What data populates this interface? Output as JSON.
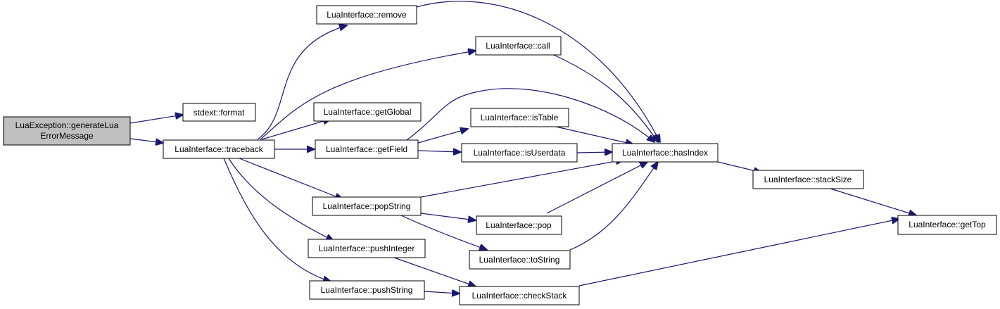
{
  "colors": {
    "edge": "#191970",
    "node_fill": "#ffffff",
    "root_fill": "#bfbfbf",
    "node_stroke": "#000000"
  },
  "nodes": [
    {
      "id": "n0",
      "lines": [
        "LuaException::generateLua",
        "ErrorMessage"
      ],
      "root": true
    },
    {
      "id": "n1",
      "lines": [
        "stdext::format"
      ]
    },
    {
      "id": "n2",
      "lines": [
        "LuaInterface::traceback"
      ]
    },
    {
      "id": "n3",
      "lines": [
        "LuaInterface::remove"
      ]
    },
    {
      "id": "n4",
      "lines": [
        "LuaInterface::call"
      ]
    },
    {
      "id": "n5",
      "lines": [
        "LuaInterface::getGlobal"
      ]
    },
    {
      "id": "n6",
      "lines": [
        "LuaInterface::getField"
      ]
    },
    {
      "id": "n7",
      "lines": [
        "LuaInterface::popString"
      ]
    },
    {
      "id": "n8",
      "lines": [
        "LuaInterface::pushInteger"
      ]
    },
    {
      "id": "n9",
      "lines": [
        "LuaInterface::pushString"
      ]
    },
    {
      "id": "n10",
      "lines": [
        "LuaInterface::hasIndex"
      ]
    },
    {
      "id": "n11",
      "lines": [
        "LuaInterface::isTable"
      ]
    },
    {
      "id": "n12",
      "lines": [
        "LuaInterface::isUserdata"
      ]
    },
    {
      "id": "n13",
      "lines": [
        "LuaInterface::pop"
      ]
    },
    {
      "id": "n14",
      "lines": [
        "LuaInterface::toString"
      ]
    },
    {
      "id": "n15",
      "lines": [
        "LuaInterface::checkStack"
      ]
    },
    {
      "id": "n16",
      "lines": [
        "LuaInterface::stackSize"
      ]
    },
    {
      "id": "n17",
      "lines": [
        "LuaInterface::getTop"
      ]
    }
  ],
  "edges": [
    [
      "n0",
      "n1"
    ],
    [
      "n0",
      "n2"
    ],
    [
      "n2",
      "n3"
    ],
    [
      "n2",
      "n4"
    ],
    [
      "n2",
      "n5"
    ],
    [
      "n2",
      "n6"
    ],
    [
      "n2",
      "n7"
    ],
    [
      "n2",
      "n8"
    ],
    [
      "n2",
      "n9"
    ],
    [
      "n3",
      "n10"
    ],
    [
      "n4",
      "n10"
    ],
    [
      "n6",
      "n10"
    ],
    [
      "n6",
      "n11"
    ],
    [
      "n6",
      "n12"
    ],
    [
      "n7",
      "n10"
    ],
    [
      "n7",
      "n13"
    ],
    [
      "n7",
      "n14"
    ],
    [
      "n8",
      "n15"
    ],
    [
      "n9",
      "n15"
    ],
    [
      "n10",
      "n16"
    ],
    [
      "n11",
      "n10"
    ],
    [
      "n12",
      "n10"
    ],
    [
      "n13",
      "n10"
    ],
    [
      "n14",
      "n10"
    ],
    [
      "n15",
      "n17"
    ],
    [
      "n16",
      "n17"
    ]
  ]
}
